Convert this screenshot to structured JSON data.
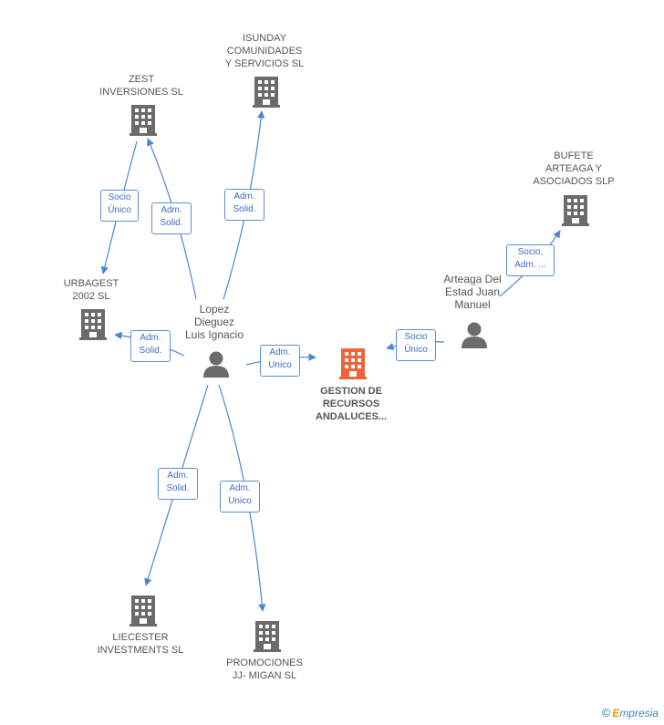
{
  "nodes": {
    "isunday": {
      "label": "ISUNDAY\nCOMUNIDADES\nY SERVICIOS SL",
      "type": "company"
    },
    "zest": {
      "label": "ZEST\nINVERSIONES SL",
      "type": "company"
    },
    "bufete": {
      "label": "BUFETE\nARTEAGA Y\nASOCIADOS SLP",
      "type": "company"
    },
    "urbagest": {
      "label": "URBAGEST\n2002 SL",
      "type": "company"
    },
    "lopez": {
      "label": "Lopez\nDieguez\nLuis Ignacio",
      "type": "person"
    },
    "arteaga": {
      "label": "Arteaga Del\nEstad Juan\nManuel",
      "type": "person"
    },
    "gestion": {
      "label": "GESTION DE\nRECURSOS\nANDALUCES...",
      "type": "company-main"
    },
    "liecester": {
      "label": "LIECESTER\nINVESTMENTS SL",
      "type": "company"
    },
    "promociones": {
      "label": "PROMOCIONES\nJJ- MIGAN SL",
      "type": "company"
    }
  },
  "edges": {
    "socio_unico_urbagest": "Socio\nÚnico",
    "adm_solid_zest": "Adm.\nSolid.",
    "adm_solid_isunday": "Adm.\nSolid.",
    "socio_adm_bufete": "Socio,\nAdm. ...",
    "adm_solid_urbagest": "Adm.\nSolid.",
    "adm_unico_gestion": "Adm.\nUnico",
    "socio_unico_gestion": "Socio\nÚnico",
    "adm_solid_liecester": "Adm.\nSolid.",
    "adm_unico_promociones": "Adm.\nUnico"
  },
  "colors": {
    "edge": "#4a86d4",
    "company_icon": "#6b6b6b",
    "main_company_icon": "#f0633a",
    "person_icon": "#6b6b6b"
  },
  "footer": {
    "copyright": "©",
    "brand_e": "E",
    "brand_rest": "mpresia"
  }
}
